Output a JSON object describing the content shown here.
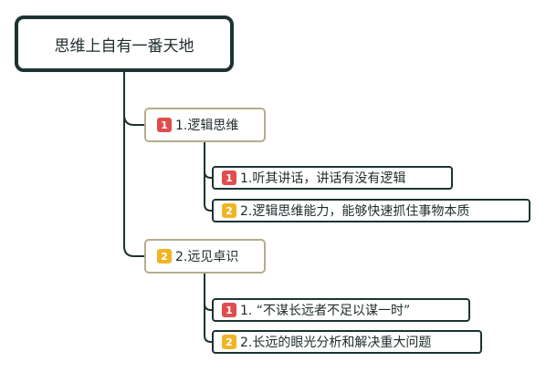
{
  "mindmap": {
    "root": {
      "label": "思维上自有一番天地"
    },
    "branches": [
      {
        "badge": "1",
        "label": "1.逻辑思维",
        "children": [
          {
            "badge": "1",
            "label": "1.听其讲话，讲话有没有逻辑"
          },
          {
            "badge": "2",
            "label": "2.逻辑思维能力，能够快速抓住事物本质"
          }
        ]
      },
      {
        "badge": "2",
        "label": "2.远见卓识",
        "children": [
          {
            "badge": "1",
            "label": "1. “不谋长远者不足以谋一时”"
          },
          {
            "badge": "2",
            "label": "2.长远的眼光分析和解决重大问题"
          }
        ]
      }
    ]
  },
  "colors": {
    "connector": "#1c3332",
    "root_border": "#1c3332",
    "branch_border": "#b5ad8c",
    "leaf_border": "#1c3332",
    "priority_1": "#e04d4d",
    "priority_2": "#f0b526"
  }
}
